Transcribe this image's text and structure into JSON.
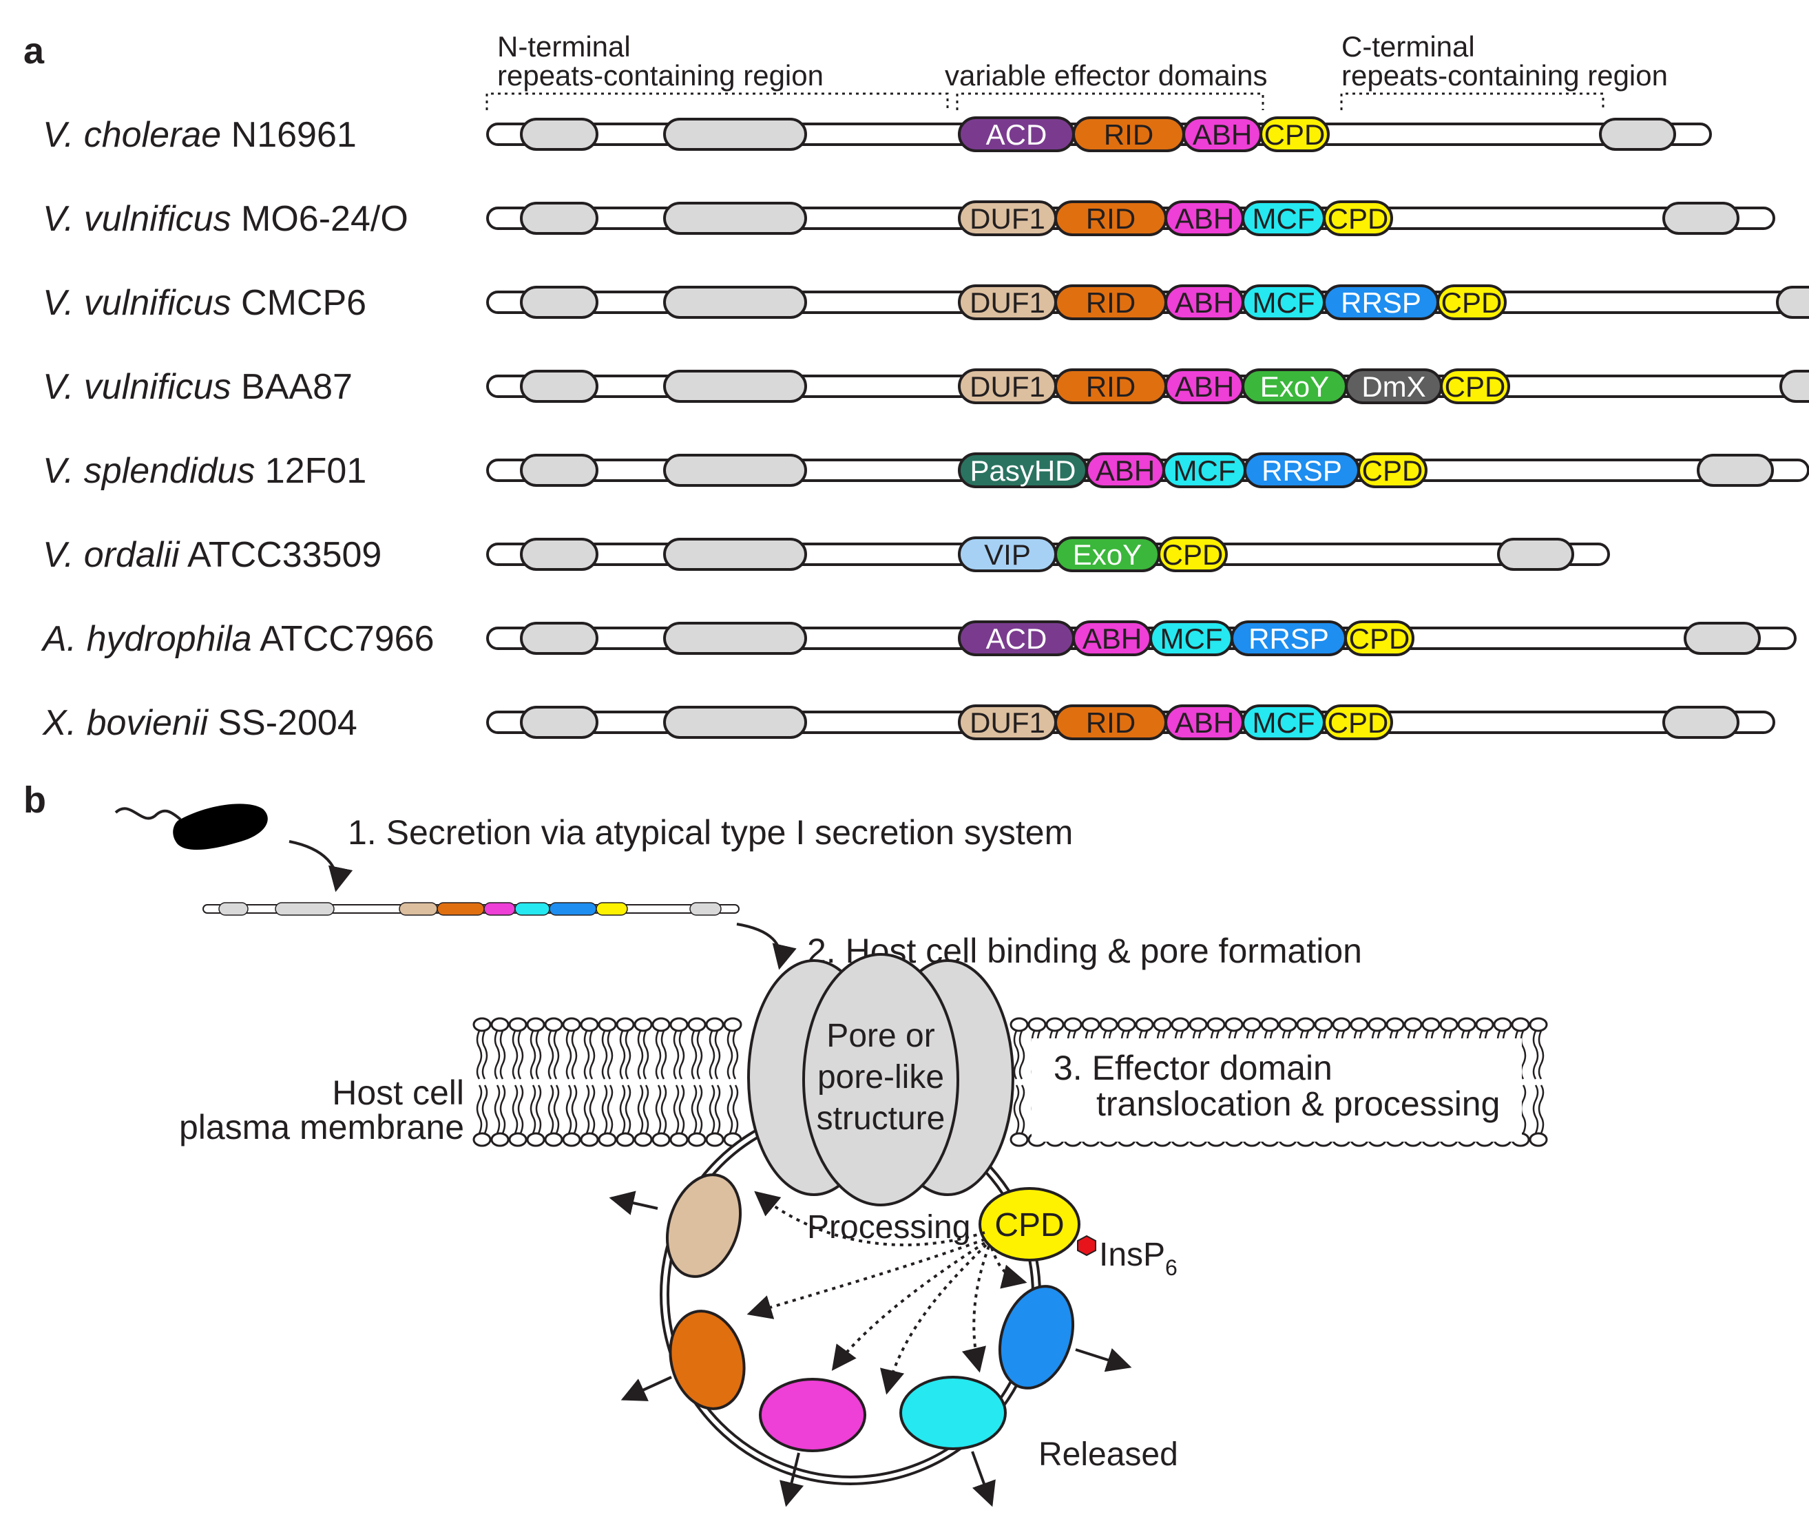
{
  "panel_a": {
    "label": "a",
    "headers": {
      "n_terminal_line1": "N-terminal",
      "n_terminal_line2": "repeats-containing region",
      "variable": "variable effector domains",
      "c_terminal_line1": "C-terminal",
      "c_terminal_line2": "repeats-containing region"
    },
    "rows": [
      {
        "genus": "V. cholerae",
        "strain": "N16961",
        "domains": [
          "ACD",
          "RID",
          "ABH",
          "CPD"
        ]
      },
      {
        "genus": "V. vulnificus",
        "strain": "MO6-24/O",
        "domains": [
          "DUF1",
          "RID",
          "ABH",
          "MCF",
          "CPD"
        ]
      },
      {
        "genus": "V. vulnificus",
        "strain": "CMCP6",
        "domains": [
          "DUF1",
          "RID",
          "ABH",
          "MCF",
          "RRSP",
          "CPD"
        ]
      },
      {
        "genus": "V. vulnificus",
        "strain": "BAA87",
        "domains": [
          "DUF1",
          "RID",
          "ABH",
          "ExoY",
          "DmX",
          "CPD"
        ]
      },
      {
        "genus": "V. splendidus",
        "strain": "12F01",
        "domains": [
          "PasyHD",
          "ABH",
          "MCF",
          "RRSP",
          "CPD"
        ]
      },
      {
        "genus": "V. ordalii",
        "strain": "ATCC33509",
        "domains": [
          "VIP",
          "ExoY",
          "CPD"
        ]
      },
      {
        "genus": "A. hydrophila",
        "strain": "ATCC7966",
        "domains": [
          "ACD",
          "ABH",
          "MCF",
          "RRSP",
          "CPD"
        ]
      },
      {
        "genus": "X. bovienii",
        "strain": "SS-2004",
        "domains": [
          "DUF1",
          "RID",
          "ABH",
          "MCF",
          "CPD"
        ]
      }
    ],
    "domain_colors": {
      "ACD": "#7a3b8f",
      "RID": "#e06f10",
      "ABH": "#ee3fd6",
      "CPD": "#fff200",
      "DUF1": "#dcbf9f",
      "MCF": "#25e8f0",
      "RRSP": "#1e8ef0",
      "ExoY": "#3bb73b",
      "DmX": "#5f5f5f",
      "PasyHD": "#2a7360",
      "VIP": "#a6d1f5"
    },
    "domain_text_colors": {
      "ACD": "#ffffff",
      "RID": "#231f20",
      "ABH": "#231f20",
      "CPD": "#231f20",
      "DUF1": "#231f20",
      "MCF": "#231f20",
      "RRSP": "#ffffff",
      "ExoY": "#ffffff",
      "DmX": "#ffffff",
      "PasyHD": "#ffffff",
      "VIP": "#231f20"
    },
    "repeat_color": "#d9d9d9"
  },
  "panel_b": {
    "label": "b",
    "step1": "1. Secretion via atypical type I secretion system",
    "step2": "2. Host cell binding & pore formation",
    "step3_line1": "3. Effector domain",
    "step3_line2": "translocation & processing",
    "membrane_line1": "Host cell",
    "membrane_line2": "plasma membrane",
    "pore_line1": "Pore or",
    "pore_line2": "pore-like",
    "pore_line3": "structure",
    "processing": "Processing",
    "cpd": "CPD",
    "insp6": "InsP",
    "insp6_sub": "6",
    "released": "Released"
  }
}
